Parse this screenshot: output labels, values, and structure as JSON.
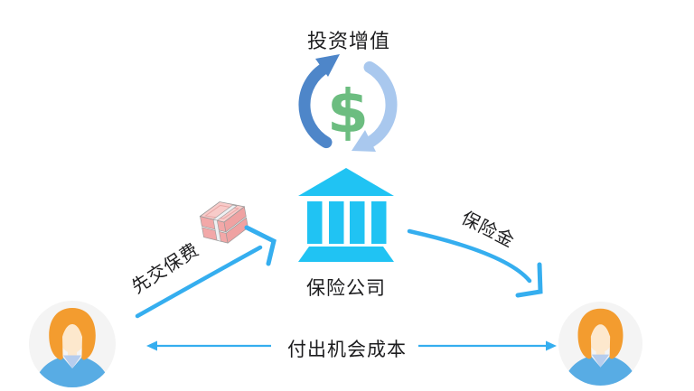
{
  "diagram": {
    "title": "投资增值",
    "bank_label": "保险公司",
    "premium_label": "先交保费",
    "benefit_label": "保险金",
    "opportunity_label": "付出机会成本",
    "dollar_sign": "$"
  },
  "colors": {
    "bg": "#ffffff",
    "ink": "#1d1d1f",
    "arrow": "#35aeef",
    "bank": "#20c3f3",
    "arc-dark": "#4e86c9",
    "arc-light": "#a9c8ee",
    "dollar": "#6cbd80",
    "hair": "#f39c2f",
    "face": "#fde8cd",
    "shirt": "#58ace4",
    "collar": "#b6cdee",
    "avatar-bg": "#f4f4f4",
    "bill": "#f2a8a8",
    "bill-side": "#efa2a2",
    "bill-top": "#f8cbc9",
    "band": "#eef1f3",
    "outline": "#9a9a9a"
  },
  "icons": {
    "top": "refresh-arrows-icon",
    "top_center": "dollar-icon",
    "center": "bank-icon",
    "left": "banknotes-icon",
    "bottom_left": "person-icon",
    "bottom_right": "person-icon",
    "bottom": "double-arrow-icon"
  }
}
